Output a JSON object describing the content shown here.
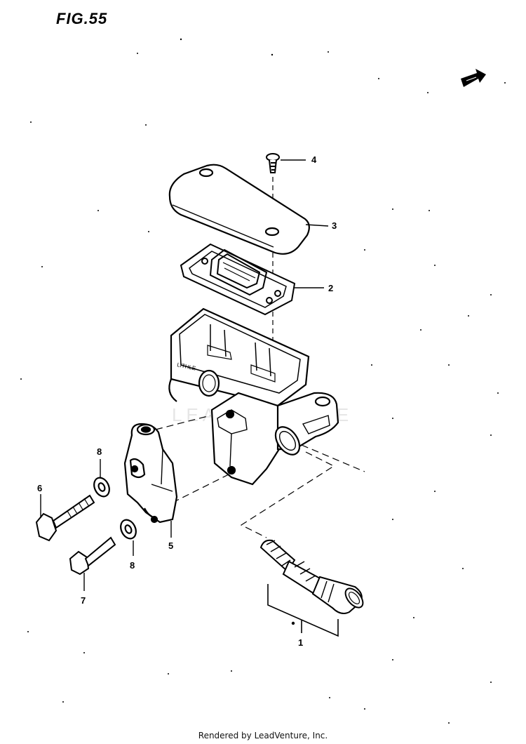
{
  "figure": {
    "title": "FIG.55"
  },
  "footer": {
    "text": "Rendered by LeadVenture, Inc."
  },
  "watermark": {
    "text": "LEADVENTURE"
  },
  "body_stamp": {
    "text": "LITHLE"
  },
  "callouts": {
    "c1": "1",
    "c2": "2",
    "c3": "3",
    "c4": "4",
    "c5": "5",
    "c6": "6",
    "c7": "7",
    "c8a": "8",
    "c8b": "8"
  },
  "colors": {
    "line": "#000000",
    "background": "#ffffff",
    "watermark": "#e6e6e6"
  },
  "icons": {
    "direction": "front-arrow-icon"
  }
}
